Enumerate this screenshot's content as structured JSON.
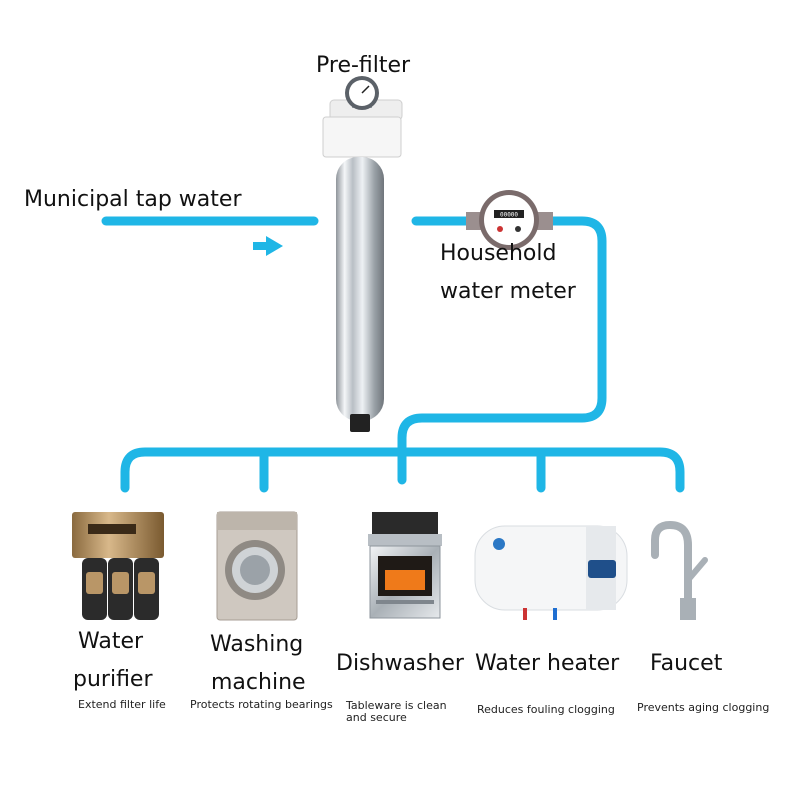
{
  "labels": {
    "prefilter": "Pre-filter",
    "municipal": "Municipal tap water",
    "meter_line1": "Household",
    "meter_line2": "water meter"
  },
  "meter_reading": "00000",
  "appliances": [
    {
      "name_line1": "Water",
      "name_line2": "purifier",
      "benefit": "Extend filter life",
      "icon": "water-purifier-icon"
    },
    {
      "name_line1": "Washing",
      "name_line2": "machine",
      "benefit": "Protects rotating bearings",
      "icon": "washing-machine-icon"
    },
    {
      "name_line1": "Dishwasher",
      "benefit_line1": "Tableware is clean",
      "benefit_line2": "and secure",
      "icon": "dishwasher-icon"
    },
    {
      "name_line1": "Water heater",
      "benefit": "Reduces fouling clogging",
      "icon": "water-heater-icon"
    },
    {
      "name_line1": "Faucet",
      "benefit": "Prevents aging clogging",
      "icon": "faucet-icon"
    }
  ],
  "colors": {
    "pipe": "#1fb6e6",
    "steel": "#d7dbe0",
    "text": "#111111"
  }
}
